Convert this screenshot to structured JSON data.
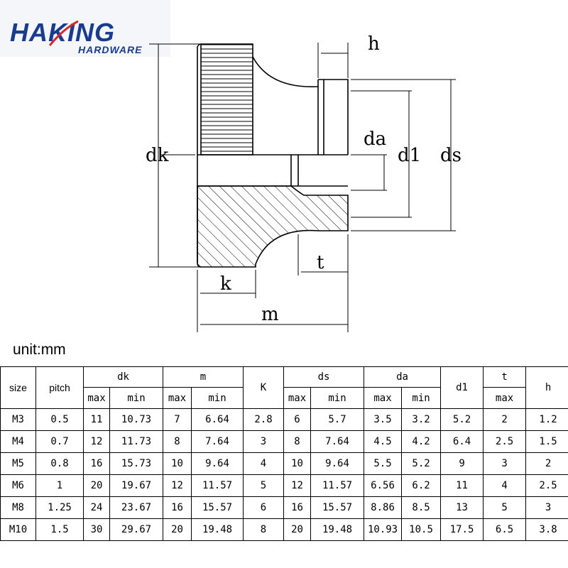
{
  "brand": {
    "name": "HAKING",
    "sub": "HARDWARE",
    "color": "#1a3c8f",
    "accent": "#d42a2a"
  },
  "drawing": {
    "labels": {
      "h": "h",
      "dk": "dk",
      "da": "da",
      "d1": "d1",
      "ds": "ds",
      "t": "t",
      "k": "k",
      "m": "m"
    }
  },
  "unit_label": "unit:mm",
  "table": {
    "headers": {
      "size": "size",
      "pitch": "pitch",
      "dk": "dk",
      "m": "m",
      "K": "K",
      "ds": "ds",
      "da": "da",
      "d1": "d1",
      "t": "t",
      "h": "h",
      "max": "max",
      "min": "min"
    },
    "rows": [
      [
        "M3",
        "0.5",
        "11",
        "10.73",
        "7",
        "6.64",
        "2.8",
        "6",
        "5.7",
        "3.5",
        "3.2",
        "5.2",
        "2",
        "1.2"
      ],
      [
        "M4",
        "0.7",
        "12",
        "11.73",
        "8",
        "7.64",
        "3",
        "8",
        "7.64",
        "4.5",
        "4.2",
        "6.4",
        "2.5",
        "1.5"
      ],
      [
        "M5",
        "0.8",
        "16",
        "15.73",
        "10",
        "9.64",
        "4",
        "10",
        "9.64",
        "5.5",
        "5.2",
        "9",
        "3",
        "2"
      ],
      [
        "M6",
        "1",
        "20",
        "19.67",
        "12",
        "11.57",
        "5",
        "12",
        "11.57",
        "6.56",
        "6.2",
        "11",
        "4",
        "2.5"
      ],
      [
        "M8",
        "1.25",
        "24",
        "23.67",
        "16",
        "15.57",
        "6",
        "16",
        "15.57",
        "8.86",
        "8.5",
        "13",
        "5",
        "3"
      ],
      [
        "M10",
        "1.5",
        "30",
        "29.67",
        "20",
        "19.48",
        "8",
        "20",
        "19.48",
        "10.93",
        "10.5",
        "17.5",
        "6.5",
        "3.8"
      ]
    ]
  }
}
